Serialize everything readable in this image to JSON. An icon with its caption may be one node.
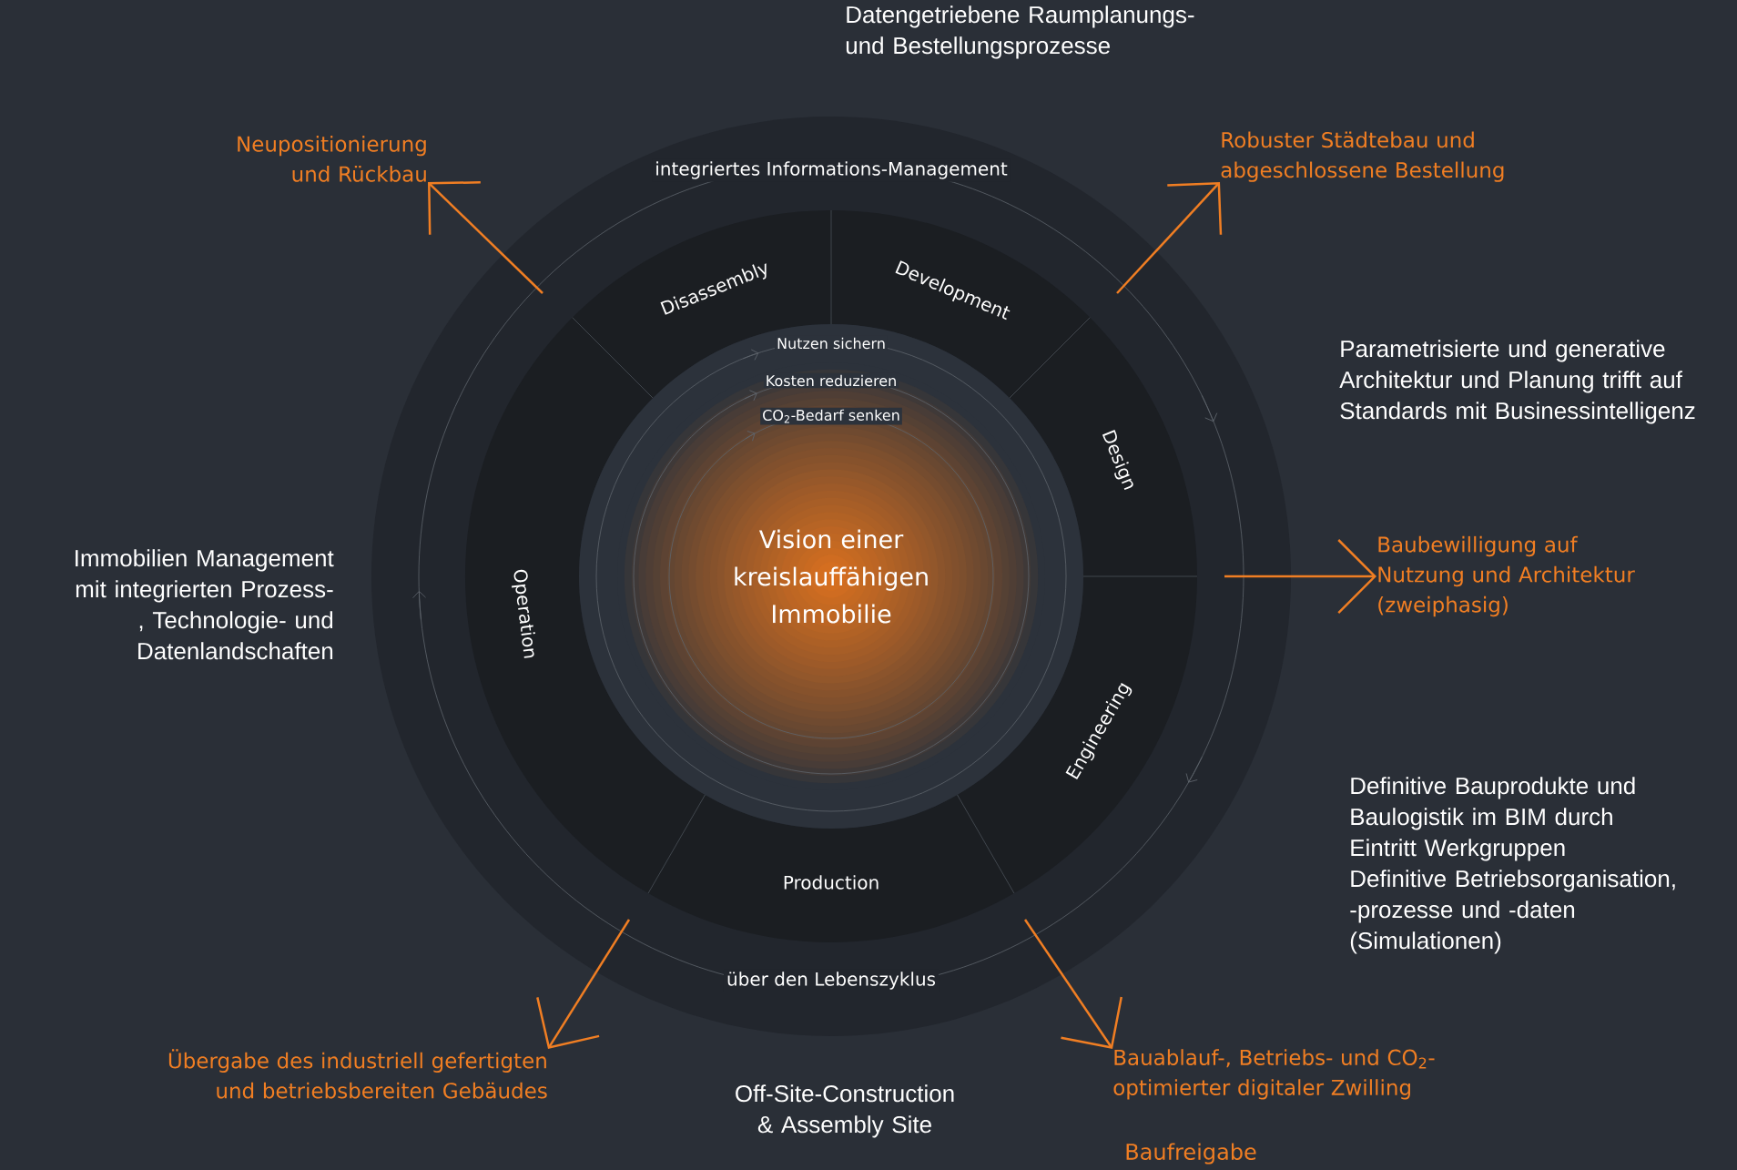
{
  "diagram": {
    "nodes": [
      {
        "text": [
          "integriertes Informations-Management",
          "über den Lebenszyklus"
        ]
      },
      {
        "text": [
          "Development"
        ],
        "in": 0
      },
      {
        "text": [
          "Design"
        ],
        "in": 0
      },
      {
        "text": [
          "Engineering"
        ],
        "in": 0
      },
      {
        "text": [
          "Production"
        ],
        "in": 0
      },
      {
        "text": [
          "Operation"
        ],
        "in": 0
      },
      {
        "text": [
          "Disassembly"
        ],
        "in": 0
      },
      {
        "text": [
          "Vision einer kreislauffähigen Immobilie"
        ],
        "in": 0
      },
      {
        "text": [
          "Neupositionierung und Rückbau"
        ]
      },
      {
        "text": [
          "Robuster Städtebau und abgeschlossene Bestellung"
        ]
      },
      {
        "text": [
          "Baubewilligung auf Nutzung und Architektur (zweiphasig)"
        ]
      },
      {
        "text": [
          "Bauablauf-, Betriebs- und CO$_{2}$-optimierter digitaler Zwilling"
        ]
      },
      {
        "text": [
          "Übergabe des industriell gefertigten und betriebsbereiten Gebäudes"
        ]
      }
    ],
    "edges": [
      {
        "from": null,
        "to": 8,
        "arrow": "to"
      },
      {
        "from": null,
        "to": 9,
        "arrow": "to"
      },
      {
        "from": null,
        "to": 10,
        "arrow": "to"
      },
      {
        "from": null,
        "to": 11,
        "arrow": "to"
      },
      {
        "from": null,
        "to": 12,
        "arrow": "to"
      }
    ],
    "labels": [
      "Datengetriebene Raumplanungs- und Bestellungsprozesse",
      "Parametrisierte und generative Architektur und Planung trifft auf Standards mit Businessintelligenz",
      "Immobilien Management mit integrierten Prozess-, Technologie- und Datenlandschaften",
      "Definitive Bauprodukte und Baulogistik im BIM durch Eintritt Werkgruppen",
      "Definitive Betriebsorganisation, -prozesse und -daten (Simulationen)",
      "Off-Site-Construction & Assembly Site",
      "Baufreigabe",
      "Nutzen sichern",
      "Kosten reduzieren",
      "CO$_{2}$-Bedarf senken"
    ]
  }
}
